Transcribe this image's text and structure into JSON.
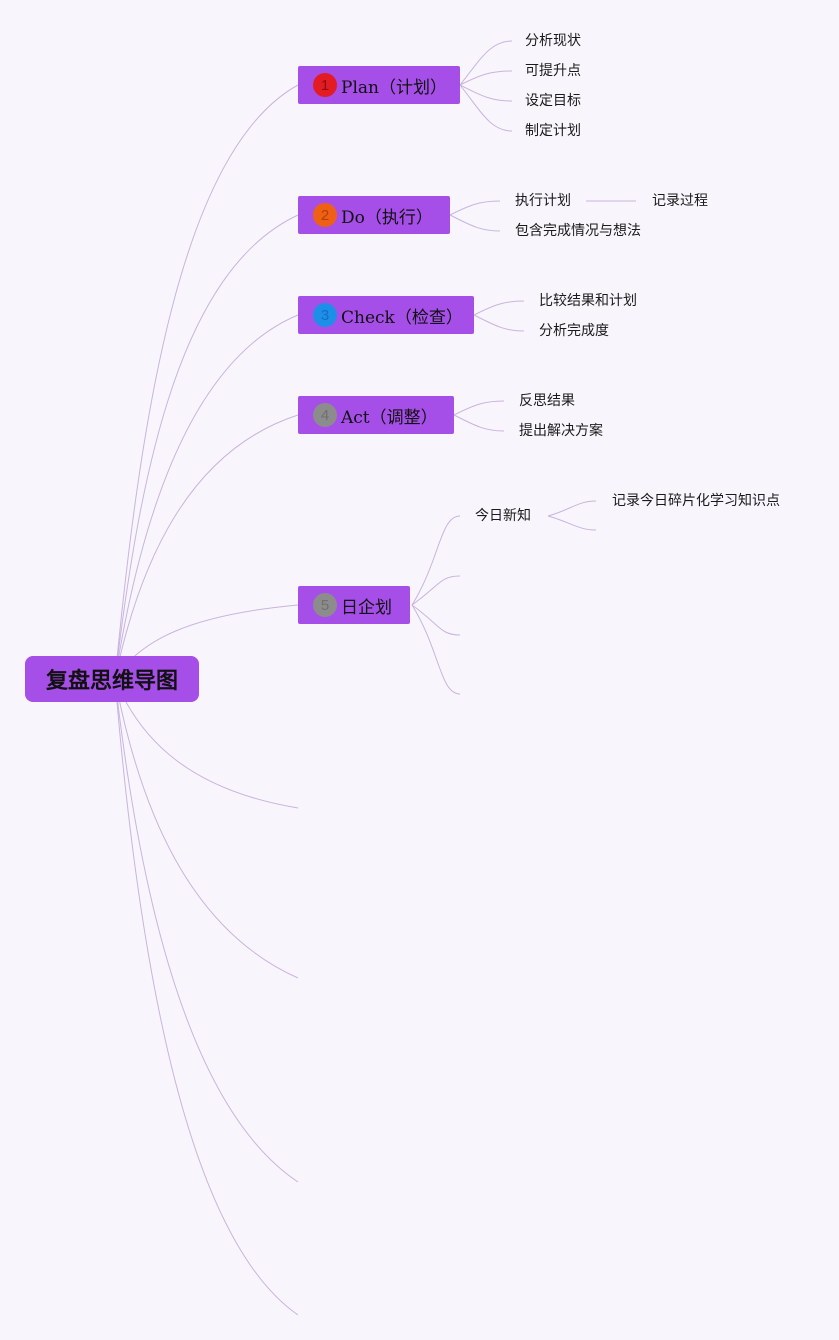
{
  "root": {
    "label": "复盘思维导图"
  },
  "colors": {
    "node_fill": "#a64ee8",
    "link": "#c7b4e0",
    "background": "#f9f5fc"
  },
  "branches": [
    {
      "label": "Plan（计划）",
      "badge": {
        "text": "1",
        "color": "#e31b23",
        "text_color": "#8a0d12"
      },
      "children": [
        "分析现状",
        "可提升点",
        "设定目标",
        "制定计划"
      ]
    },
    {
      "label": "Do（执行）",
      "badge": {
        "text": "2",
        "color": "#f06014",
        "text_color": "#b04008"
      },
      "children": [
        "执行计划",
        "包含完成情况与想法"
      ],
      "grandchild": "记录过程"
    },
    {
      "label": "Check（检查）",
      "badge": {
        "text": "3",
        "color": "#1d8fe8",
        "text_color": "#1070c0"
      },
      "children": [
        "比较结果和计划",
        "分析完成度"
      ]
    },
    {
      "label": "Act（调整）",
      "badge": {
        "text": "4",
        "color": "#8c8c8c",
        "text_color": "#707070"
      },
      "children": [
        "反思结果",
        "提出解决方案"
      ]
    },
    {
      "label": "日企划",
      "badge": {
        "text": "5",
        "color": "#8c8c8c",
        "text_color": "#707070"
      },
      "children": [
        "今日新知"
      ],
      "grandchild": "记录今日碎片化学习知识点"
    }
  ]
}
